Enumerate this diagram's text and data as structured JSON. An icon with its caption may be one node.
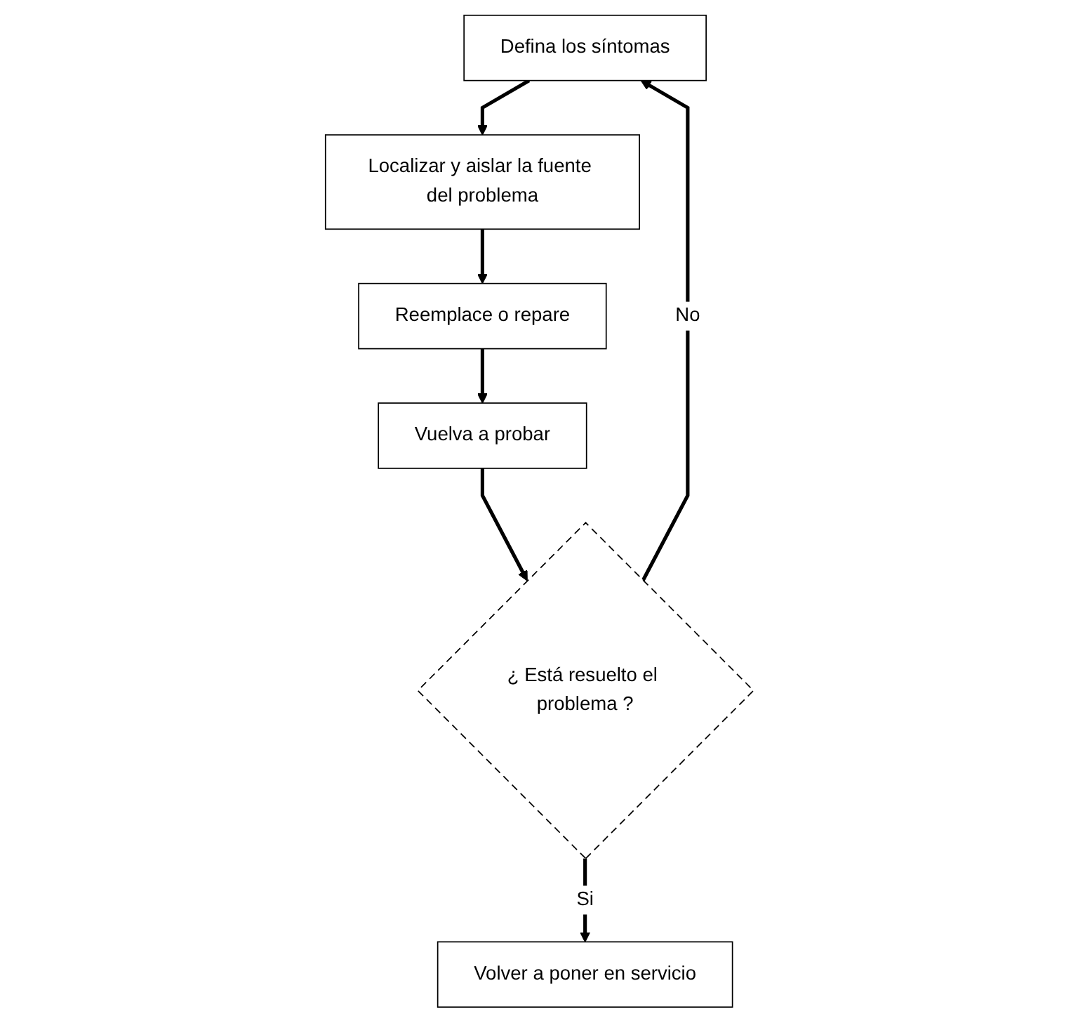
{
  "diagram": {
    "nodes": [
      {
        "text": [
          "Defina los síntomas"
        ]
      },
      {
        "text": [
          "Localizar y aislar la fuente del problema"
        ]
      },
      {
        "text": [
          "Reemplace o repare"
        ]
      },
      {
        "text": [
          "Vuelva a probar"
        ]
      },
      {
        "text": [
          "¿ Está resuelto el problema ?"
        ]
      },
      {
        "text": [
          "Volver a poner en servicio"
        ]
      }
    ],
    "edges": [
      {
        "from": 0,
        "to": 1,
        "arrow": "to"
      },
      {
        "from": 1,
        "to": 2,
        "arrow": "to"
      },
      {
        "from": 2,
        "to": 3,
        "arrow": "to"
      },
      {
        "from": 3,
        "to": 4,
        "arrow": "to"
      },
      {
        "from": 4,
        "to": 0,
        "arrow": "to",
        "label": "No"
      },
      {
        "from": 4,
        "to": 5,
        "arrow": "to",
        "label": "Si"
      }
    ]
  }
}
